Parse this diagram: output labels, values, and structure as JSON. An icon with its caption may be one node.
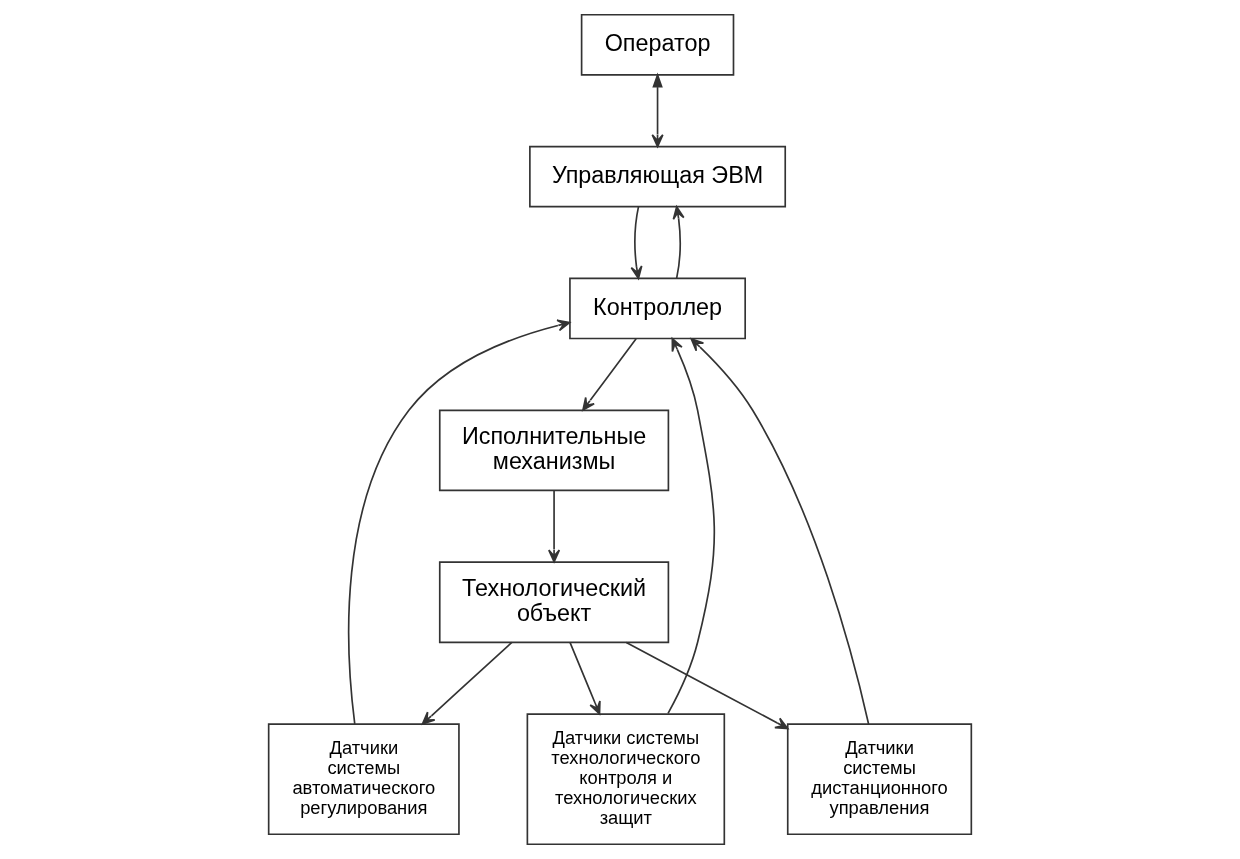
{
  "diagram": {
    "nodes": [
      {
        "text": [
          "Оператор"
        ]
      },
      {
        "text": [
          "Управляющая ЭВМ"
        ]
      },
      {
        "text": [
          "Контроллер"
        ]
      },
      {
        "text": [
          "Датчики системы автоматического регулирования"
        ]
      },
      {
        "text": [
          "Датчики системы технологического контроля и технологических защит"
        ]
      },
      {
        "text": [
          "Датчики системы дистанционного управления"
        ]
      },
      {
        "text": [
          "Исполнительные механизмы"
        ]
      },
      {
        "text": [
          "Технологический объект"
        ]
      }
    ],
    "edges": [
      {
        "from": 0,
        "to": 1,
        "arrow": "both"
      },
      {
        "from": 1,
        "to": 2,
        "arrow": "to"
      },
      {
        "from": 2,
        "to": 1,
        "arrow": "to"
      },
      {
        "from": 3,
        "to": 2,
        "arrow": "to"
      },
      {
        "from": 4,
        "to": 2,
        "arrow": "to"
      },
      {
        "from": 5,
        "to": 2,
        "arrow": "to"
      },
      {
        "from": 2,
        "to": 6,
        "arrow": "to"
      },
      {
        "from": 6,
        "to": 7,
        "arrow": "to"
      },
      {
        "from": 7,
        "to": 3,
        "arrow": "to"
      },
      {
        "from": 7,
        "to": 4,
        "arrow": "to"
      },
      {
        "from": 7,
        "to": 5,
        "arrow": "to"
      }
    ]
  }
}
